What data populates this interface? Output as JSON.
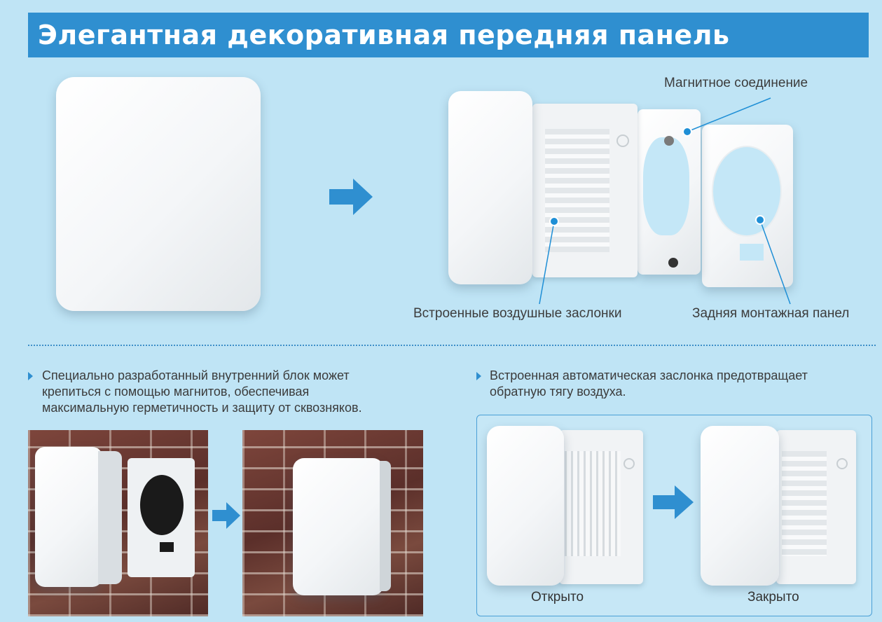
{
  "title": "Элегантная декоративная передняя панель",
  "labels": {
    "magnetic": "Магнитное соединение",
    "dampers": "Встроенные воздушные заслонки",
    "rear_panel": "Задняя монтажная панел"
  },
  "bullets": {
    "left": [
      "Специально разработанный внутренний блок может",
      "крепиться с помощью магнитов, обеспечивая",
      "максимальную герметичность и защиту от сквозняков."
    ],
    "right": [
      "Встроенная автоматическая заслонка предотвращает",
      "обратную тягу воздуха."
    ]
  },
  "states": {
    "open": "Открыто",
    "closed": "Закрыто"
  },
  "colors": {
    "accent": "#2f8fd0",
    "background": "#bfe4f5",
    "dot": "#1f8fd6"
  },
  "icons": [
    "arrow-right-icon",
    "bullet-triangle-icon"
  ]
}
